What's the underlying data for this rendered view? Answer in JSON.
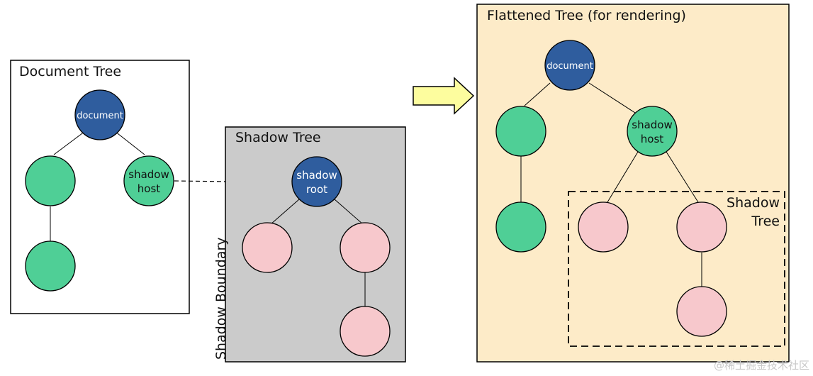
{
  "colors": {
    "document_node": "#2f5d9e",
    "host_node": "#4fcf96",
    "shadow_node": "#f7c8cc",
    "shadow_panel": "#cbcbcb",
    "flat_panel": "#fdebc8",
    "arrow_fill": "#fdfd9e"
  },
  "document_tree": {
    "title": "Document Tree",
    "root_label": "document",
    "host_label_line1": "shadow",
    "host_label_line2": "host"
  },
  "shadow_tree": {
    "title": "Shadow Tree",
    "root_label_line1": "shadow",
    "root_label_line2": "root",
    "boundary_label": "Shadow Boundary"
  },
  "flattened_tree": {
    "title": "Flattened Tree (for rendering)",
    "root_label": "document",
    "host_label_line1": "shadow",
    "host_label_line2": "host",
    "subtree_label_line1": "Shadow",
    "subtree_label_line2": "Tree"
  },
  "watermark": "@稀土掘金技术社区"
}
